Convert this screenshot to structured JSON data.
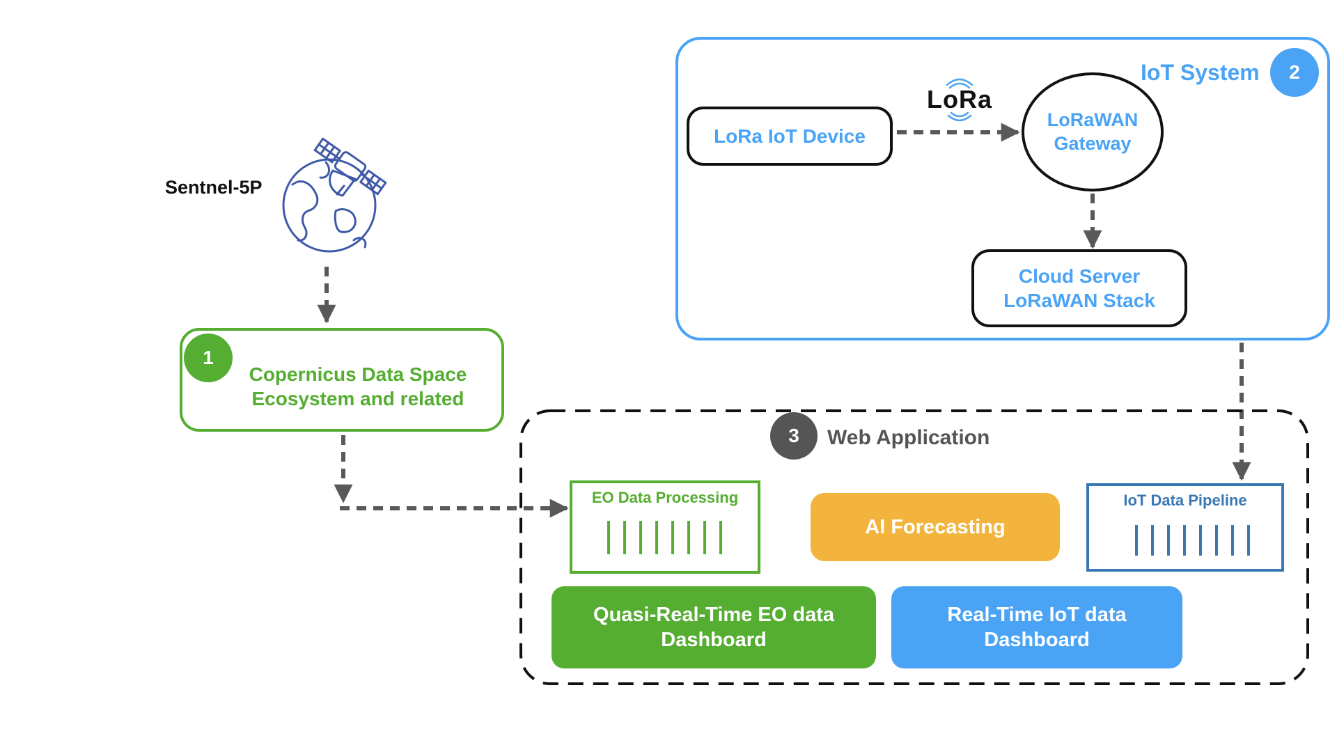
{
  "colors": {
    "green": "#55ad32",
    "blue": "#4aa3f5",
    "dark_blue": "#3a78b5",
    "orange": "#f2b43d",
    "gray_badge": "#555555",
    "arrow": "#595959",
    "black": "#111111"
  },
  "satellite": {
    "label": "Sentnel-5P",
    "icon": "satellite-earth-icon"
  },
  "copernicus": {
    "number": "1",
    "label": "Copernicus Data Space\nEcosystem and related"
  },
  "iot_system": {
    "title": "IoT System",
    "number": "2",
    "lora_logo": "LoRa",
    "device": "LoRa IoT Device",
    "gateway": "LoRaWAN\nGateway",
    "cloud": "Cloud Server\nLoRaWAN Stack"
  },
  "web_app": {
    "number": "3",
    "title": "Web Application",
    "eo_processing": "EO Data Processing",
    "ai_forecasting": "AI Forecasting",
    "iot_pipeline": "IoT Data Pipeline",
    "eo_dashboard": "Quasi-Real-Time EO data\nDashboard",
    "iot_dashboard": "Real-Time IoT data\nDashboard"
  }
}
